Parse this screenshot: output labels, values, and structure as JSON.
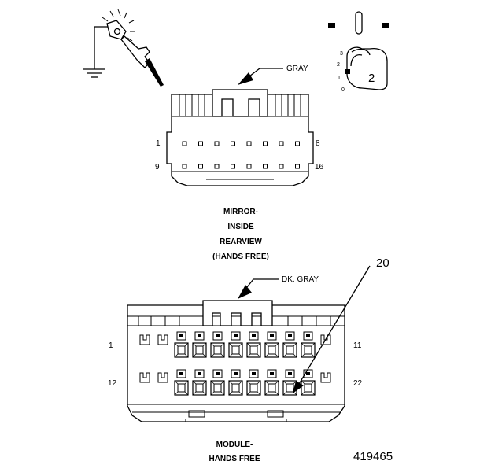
{
  "connector1": {
    "color_label": "GRAY",
    "pin_first_top": "1",
    "pin_last_top": "8",
    "pin_first_bottom": "9",
    "pin_last_bottom": "16",
    "name_line1": "MIRROR-",
    "name_line2": "INSIDE",
    "name_line3": "REARVIEW",
    "name_line4": "(HANDS FREE)"
  },
  "connector2": {
    "color_label": "DK. GRAY",
    "pin_first_top": "1",
    "pin_last_top": "11",
    "pin_first_bottom": "12",
    "pin_last_bottom": "22",
    "callout_pin": "20",
    "name_line1": "MODULE-",
    "name_line2": "HANDS FREE"
  },
  "probe_key": {
    "key_number": "2",
    "positions": [
      "3",
      "2",
      "1",
      "0"
    ]
  },
  "figure_number": "419465",
  "icons": [
    "test-probe-icon",
    "ground-symbol-icon",
    "ignition-key-icon"
  ]
}
